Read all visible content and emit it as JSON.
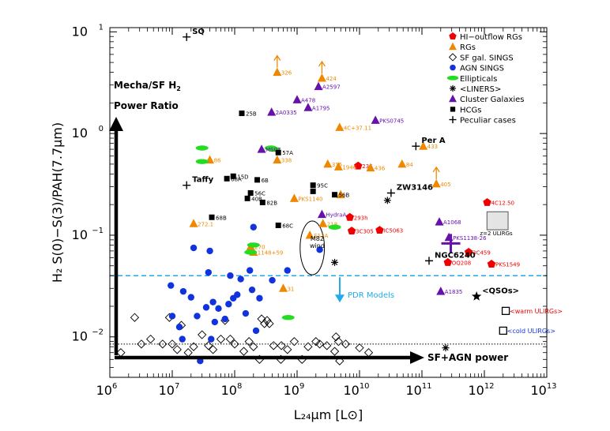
{
  "chart_data": {
    "type": "scatter",
    "xlabel": "L₂₄μm [L⊙]",
    "ylabel": "H₂ S(0)−S(3)/PAH(7.7μm)",
    "xscale": "log",
    "yscale": "log",
    "xlim": [
      1000000,
      10000000000000
    ],
    "ylim": [
      0.004,
      11
    ],
    "x_ticks": [
      {
        "v": 1000000,
        "b": "10",
        "e": "6"
      },
      {
        "v": 10000000,
        "b": "10",
        "e": "7"
      },
      {
        "v": 100000000,
        "b": "10",
        "e": "8"
      },
      {
        "v": 1000000000,
        "b": "10",
        "e": "9"
      },
      {
        "v": 10000000000,
        "b": "10",
        "e": "10"
      },
      {
        "v": 100000000000,
        "b": "10",
        "e": "11"
      },
      {
        "v": 1000000000000,
        "b": "10",
        "e": "12"
      },
      {
        "v": 10000000000000,
        "b": "10",
        "e": "13"
      }
    ],
    "y_ticks": [
      {
        "v": 0.01,
        "b": "10",
        "e": "−2"
      },
      {
        "v": 0.1,
        "b": "10",
        "e": "−1"
      },
      {
        "v": 1,
        "b": "10",
        "e": "0"
      },
      {
        "v": 10,
        "b": "10",
        "e": "1"
      }
    ],
    "colors": {
      "hi_outflow": "#ee0000",
      "rg": "#ee8800",
      "agn": "#1133dd",
      "ellip": "#22dd22",
      "cluster": "#6611aa",
      "pdr_line": "#22aaee",
      "dark": "#000000"
    },
    "legend": {
      "position": "top-right",
      "entries": [
        {
          "label": "HI−outflow RGs",
          "marker": "pentagon",
          "color": "#ee0000"
        },
        {
          "label": "RGs",
          "marker": "triangle",
          "color": "#ee8800"
        },
        {
          "label": "SF gal. SINGS",
          "marker": "diamond-open",
          "color": "#000000"
        },
        {
          "label": "AGN SINGS",
          "marker": "circle",
          "color": "#1133dd"
        },
        {
          "label": "Ellipticals",
          "marker": "ellipse",
          "color": "#22dd22"
        },
        {
          "label": "<LINERS>",
          "marker": "asterisk",
          "color": "#000000"
        },
        {
          "label": "Cluster Galaxies",
          "marker": "triangle",
          "color": "#6611aa"
        },
        {
          "label": "HCGs",
          "marker": "square",
          "color": "#000000"
        },
        {
          "label": "Peculiar cases",
          "marker": "plus",
          "color": "#000000"
        }
      ]
    },
    "pdr_threshold": {
      "y": 0.04,
      "label": "PDR Models"
    },
    "arrows": {
      "vertical_top_label_1": "Mecha/SF H",
      "vertical_top_sub": "2",
      "vertical_top_label_2": "Power Ratio",
      "horizontal_label": "SF+AGN power"
    },
    "series": [
      {
        "name": "HI−outflow RGs",
        "marker": "pentagon",
        "color": "#ee0000",
        "points": [
          {
            "x": 9500000000,
            "y": 0.48,
            "label": "236"
          },
          {
            "x": 7000000000,
            "y": 0.15,
            "label": "293h"
          },
          {
            "x": 7500000000,
            "y": 0.11,
            "label": "3C305"
          },
          {
            "x": 21000000000,
            "y": 0.112,
            "label": "IC5063"
          },
          {
            "x": 260000000000,
            "y": 0.054,
            "label": "OQ208"
          },
          {
            "x": 560000000000,
            "y": 0.068,
            "label": "3C459"
          },
          {
            "x": 1300000000000,
            "y": 0.052,
            "label": "PKS1549"
          },
          {
            "x": 1110000000000,
            "y": 0.21,
            "label": "4C12.50"
          }
        ]
      },
      {
        "name": "RGs",
        "marker": "triangle",
        "color": "#ee8800",
        "points": [
          {
            "x": 480000000,
            "y": 4.0,
            "label": "326",
            "upper": true
          },
          {
            "x": 2500000000,
            "y": 3.5,
            "label": "424",
            "upper": true
          },
          {
            "x": 4800000000,
            "y": 1.15,
            "label": "4C+37.11"
          },
          {
            "x": 480000000,
            "y": 0.55,
            "label": "338"
          },
          {
            "x": 3100000000,
            "y": 0.5,
            "label": "315"
          },
          {
            "x": 4600000000,
            "y": 0.47,
            "label": "1946"
          },
          {
            "x": 15000000000,
            "y": 0.46,
            "label": "436"
          },
          {
            "x": 48000000000,
            "y": 0.5,
            "label": "84"
          },
          {
            "x": 105000000000,
            "y": 0.75,
            "label": "433"
          },
          {
            "x": 170000000000,
            "y": 0.32,
            "label": "405",
            "upper": true
          },
          {
            "x": 40000000,
            "y": 0.55,
            "label": "86"
          },
          {
            "x": 900000000,
            "y": 0.23,
            "label": "PKS1140"
          },
          {
            "x": 22000000,
            "y": 0.13,
            "label": "272.1"
          },
          {
            "x": 180000000,
            "y": 0.077,
            "label": "270"
          },
          {
            "x": 200000000,
            "y": 0.068,
            "label": "1148+59"
          },
          {
            "x": 2600000000,
            "y": 0.13,
            "label": "218"
          },
          {
            "x": 5000000000,
            "y": 0.25
          },
          {
            "x": 1600000000,
            "y": 0.1,
            "label": "S12A"
          },
          {
            "x": 600000000,
            "y": 0.03,
            "label": "31"
          }
        ]
      },
      {
        "name": "SF gal. SINGS",
        "marker": "diamond-open",
        "color": "#000000",
        "points": [
          {
            "x": 1500000,
            "y": 0.007
          },
          {
            "x": 2500000,
            "y": 0.0155
          },
          {
            "x": 3200000,
            "y": 0.0085
          },
          {
            "x": 4500000,
            "y": 0.0095
          },
          {
            "x": 7000000,
            "y": 0.0085
          },
          {
            "x": 9000000,
            "y": 0.0155
          },
          {
            "x": 10000000,
            "y": 0.0085
          },
          {
            "x": 12000000,
            "y": 0.0075
          },
          {
            "x": 14000000,
            "y": 0.013
          },
          {
            "x": 18000000,
            "y": 0.007
          },
          {
            "x": 22000000,
            "y": 0.008
          },
          {
            "x": 30000000,
            "y": 0.0105
          },
          {
            "x": 38000000,
            "y": 0.0082
          },
          {
            "x": 45000000,
            "y": 0.0075
          },
          {
            "x": 60000000,
            "y": 0.0095
          },
          {
            "x": 70000000,
            "y": 0.0145
          },
          {
            "x": 85000000,
            "y": 0.0095
          },
          {
            "x": 100000000,
            "y": 0.0085
          },
          {
            "x": 140000000,
            "y": 0.0072
          },
          {
            "x": 170000000,
            "y": 0.009
          },
          {
            "x": 200000000,
            "y": 0.008
          },
          {
            "x": 270000000,
            "y": 0.015
          },
          {
            "x": 300000000,
            "y": 0.0135
          },
          {
            "x": 330000000,
            "y": 0.0145
          },
          {
            "x": 360000000,
            "y": 0.0135
          },
          {
            "x": 420000000,
            "y": 0.0082
          },
          {
            "x": 560000000,
            "y": 0.0082
          },
          {
            "x": 700000000,
            "y": 0.0075
          },
          {
            "x": 900000000,
            "y": 0.009
          },
          {
            "x": 1500000000,
            "y": 0.008
          },
          {
            "x": 2000000000,
            "y": 0.009
          },
          {
            "x": 2300000000,
            "y": 0.0085
          },
          {
            "x": 3000000000,
            "y": 0.0082
          },
          {
            "x": 4000000000,
            "y": 0.0072
          },
          {
            "x": 4200000000,
            "y": 0.01
          },
          {
            "x": 4600000000,
            "y": 0.009
          },
          {
            "x": 6000000000,
            "y": 0.0085
          },
          {
            "x": 14000000000,
            "y": 0.007
          },
          {
            "x": 250000000,
            "y": 0.006
          },
          {
            "x": 550000000,
            "y": 0.006
          },
          {
            "x": 1200000000,
            "y": 0.006
          },
          {
            "x": 4800000000,
            "y": 0.0058
          },
          {
            "x": 10000000000,
            "y": 0.0078
          }
        ]
      },
      {
        "name": "AGN SINGS",
        "marker": "circle",
        "color": "#1133dd",
        "points": [
          {
            "x": 9500000,
            "y": 0.032
          },
          {
            "x": 10000000,
            "y": 0.016
          },
          {
            "x": 13000000,
            "y": 0.0125
          },
          {
            "x": 14500000,
            "y": 0.0095
          },
          {
            "x": 15000000,
            "y": 0.028
          },
          {
            "x": 20000000,
            "y": 0.0245
          },
          {
            "x": 25000000,
            "y": 0.016
          },
          {
            "x": 28000000,
            "y": 0.0058
          },
          {
            "x": 35000000,
            "y": 0.0195
          },
          {
            "x": 38000000,
            "y": 0.043
          },
          {
            "x": 42000000,
            "y": 0.0095
          },
          {
            "x": 45000000,
            "y": 0.022
          },
          {
            "x": 48000000,
            "y": 0.014
          },
          {
            "x": 55000000,
            "y": 0.019
          },
          {
            "x": 70000000,
            "y": 0.015
          },
          {
            "x": 80000000,
            "y": 0.021
          },
          {
            "x": 85000000,
            "y": 0.04
          },
          {
            "x": 95000000,
            "y": 0.024
          },
          {
            "x": 110000000,
            "y": 0.026
          },
          {
            "x": 125000000,
            "y": 0.037
          },
          {
            "x": 150000000,
            "y": 0.017
          },
          {
            "x": 175000000,
            "y": 0.045
          },
          {
            "x": 190000000,
            "y": 0.029
          },
          {
            "x": 200000000,
            "y": 0.12
          },
          {
            "x": 220000000,
            "y": 0.0115
          },
          {
            "x": 250000000,
            "y": 0.024
          },
          {
            "x": 400000000,
            "y": 0.036
          },
          {
            "x": 700000000,
            "y": 0.045
          },
          {
            "x": 2300000000,
            "y": 0.072
          },
          {
            "x": 40000000,
            "y": 0.07
          },
          {
            "x": 22000000,
            "y": 0.075
          }
        ]
      },
      {
        "name": "Ellipticals",
        "marker": "ellipse",
        "color": "#22dd22",
        "points": [
          {
            "x": 30000000,
            "y": 0.72
          },
          {
            "x": 30000000,
            "y": 0.53
          },
          {
            "x": 420000000,
            "y": 0.7
          },
          {
            "x": 380000000,
            "y": 0.72
          },
          {
            "x": 4000000000,
            "y": 0.12
          },
          {
            "x": 200000000,
            "y": 0.08
          },
          {
            "x": 720000000,
            "y": 0.0155
          },
          {
            "x": 180000000,
            "y": 0.068
          }
        ]
      },
      {
        "name": "<LINERS>",
        "marker": "asterisk",
        "color": "#000000",
        "points": [
          {
            "x": 4000000000,
            "y": 0.054
          },
          {
            "x": 28000000000,
            "y": 0.22
          },
          {
            "x": 240000000000,
            "y": 0.0078
          }
        ]
      },
      {
        "name": "Cluster Galaxies",
        "marker": "triangle",
        "color": "#6611aa",
        "points": [
          {
            "x": 2200000000,
            "y": 2.9,
            "label": "A2597"
          },
          {
            "x": 1000000000,
            "y": 2.15,
            "label": "A478"
          },
          {
            "x": 1500000000,
            "y": 1.8,
            "label": "A1795"
          },
          {
            "x": 390000000,
            "y": 1.62,
            "label": "2A0335"
          },
          {
            "x": 18000000000,
            "y": 1.35,
            "label": "PKS0745"
          },
          {
            "x": 270000000,
            "y": 0.7,
            "label": "MS07"
          },
          {
            "x": 2500000000,
            "y": 0.16,
            "label": "HydraA"
          },
          {
            "x": 190000000000,
            "y": 0.135,
            "label": "A1068"
          },
          {
            "x": 270000000000,
            "y": 0.095,
            "label": "PKS1138-26"
          },
          {
            "x": 200000000000,
            "y": 0.028,
            "label": "A1835"
          }
        ]
      },
      {
        "name": "HCGs",
        "marker": "square",
        "color": "#000000",
        "points": [
          {
            "x": 130000000,
            "y": 1.58,
            "label": "25B"
          },
          {
            "x": 500000000,
            "y": 0.65,
            "label": "57A"
          },
          {
            "x": 95000000,
            "y": 0.38,
            "label": "15D"
          },
          {
            "x": 75000000,
            "y": 0.36,
            "label": "68A"
          },
          {
            "x": 230000000,
            "y": 0.35,
            "label": "6B"
          },
          {
            "x": 1800000000,
            "y": 0.31,
            "label": "95C"
          },
          {
            "x": 180000000,
            "y": 0.26,
            "label": "56C"
          },
          {
            "x": 160000000,
            "y": 0.23,
            "label": "40B"
          },
          {
            "x": 280000000,
            "y": 0.21,
            "label": "82B"
          },
          {
            "x": 4000000000,
            "y": 0.25,
            "label": "56B"
          },
          {
            "x": 43000000,
            "y": 0.15,
            "label": "68B"
          },
          {
            "x": 500000000,
            "y": 0.125,
            "label": "68C"
          },
          {
            "x": 1800000000,
            "y": 0.27
          }
        ]
      },
      {
        "name": "Peculiar cases",
        "marker": "plus",
        "color": "#000000",
        "points": [
          {
            "x": 17000000,
            "y": 8.9,
            "label": "SQ"
          },
          {
            "x": 17000000,
            "y": 0.31,
            "label": "Taffy"
          },
          {
            "x": 80000000000,
            "y": 0.75,
            "label": "Per A"
          },
          {
            "x": 32000000000,
            "y": 0.26,
            "label": "ZW3146"
          },
          {
            "x": 130000000000,
            "y": 0.056,
            "label": "NGC6240"
          }
        ]
      },
      {
        "marker": "star",
        "color": "#000000",
        "points": [
          {
            "x": 750000000000,
            "y": 0.025,
            "label": "<QSOs>"
          }
        ]
      },
      {
        "marker": "square-open",
        "color": "#000000",
        "points": [
          {
            "x": 2200000000000,
            "y": 0.018,
            "label": "<warm ULIRGs>",
            "label_color": "#ee0000"
          },
          {
            "x": 2000000000000,
            "y": 0.0115,
            "label": "<cold ULIRGs>",
            "label_color": "#1133dd"
          }
        ]
      }
    ],
    "annotations": [
      {
        "text": "M82",
        "x": 2100000000,
        "y": 0.088
      },
      {
        "text": "wind",
        "x": 2100000000,
        "y": 0.075
      },
      {
        "text": "z=2 ULIRGs",
        "x": 1550000000000,
        "y": 0.1
      }
    ],
    "special": {
      "z2_box": {
        "x_min": 1100000000000,
        "x_max": 2400000000000,
        "y_min": 0.113,
        "y_max": 0.17
      },
      "m82_ellipse": {
        "x": 1750000000,
        "y": 0.075,
        "x_min": 1100000000,
        "x_max": 2700000000,
        "y_min": 0.042,
        "y_max": 0.142
      },
      "pks_cross": {
        "x": 290000000000,
        "y": 0.083
      }
    }
  }
}
